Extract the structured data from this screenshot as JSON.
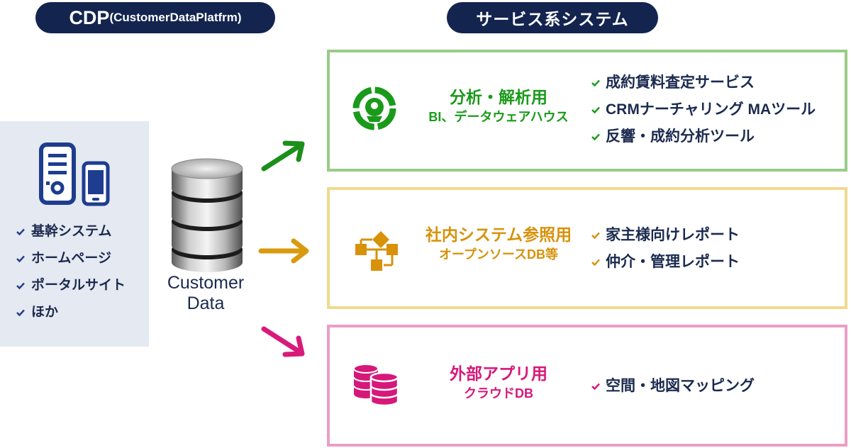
{
  "header": {
    "cdp_main": "CDP",
    "cdp_sub": "(CustomerDataPlatfrm)",
    "service_title": "サービス系システム"
  },
  "sources": {
    "items": [
      "基幹システム",
      "ホームページ",
      "ポータルサイト",
      "ほか"
    ]
  },
  "database": {
    "label_line1": "Customer",
    "label_line2": "Data"
  },
  "services": [
    {
      "title": "分析・解析用",
      "subtitle": "BI、データウェアハウス",
      "color": "#1a9a1a",
      "border_color": "#99cc88",
      "arrow_color": "#1a8f1a",
      "icon": "analysis-head-icon",
      "items": [
        "成約賃料査定サービス",
        "CRMナーチャリング MAツール",
        "反響・成約分析ツール"
      ]
    },
    {
      "title": "社内システム参照用",
      "subtitle": "オープンソースDB等",
      "color": "#d7920a",
      "border_color": "#f0d990",
      "arrow_color": "#d99a10",
      "icon": "flowchart-icon",
      "items": [
        "家主様向けレポート",
        "仲介・管理レポート"
      ]
    },
    {
      "title": "外部アプリ用",
      "subtitle": "クラウドDB",
      "color": "#d6187a",
      "border_color": "#eb9ec6",
      "arrow_color": "#d81a7a",
      "icon": "database-stack-icon",
      "items": [
        "空間・地図マッピング"
      ]
    }
  ]
}
